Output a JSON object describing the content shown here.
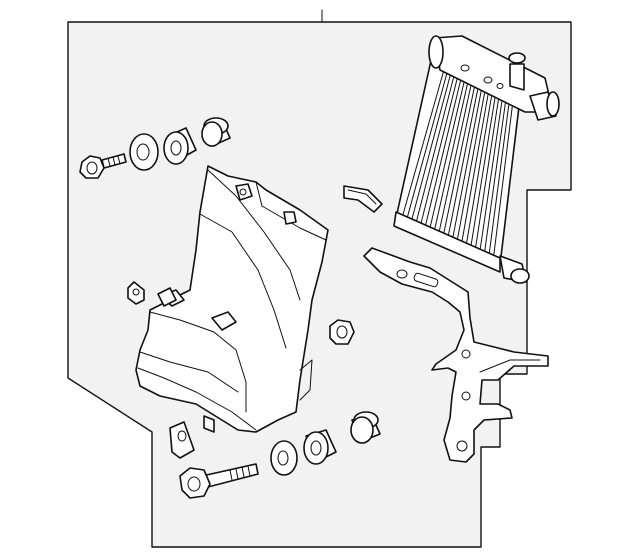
{
  "diagram": {
    "type": "exploded-parts-diagram",
    "labels": [],
    "colors": {
      "line": "#111111",
      "panel": "#f2f2f2",
      "part_fill": "#ffffff"
    },
    "parts": [
      {
        "id": "oil-cooler",
        "icon": "radiator-icon"
      },
      {
        "id": "air-guide-duct",
        "icon": "duct-icon"
      },
      {
        "id": "mounting-bracket",
        "icon": "bracket-icon"
      },
      {
        "id": "seal-clip",
        "icon": "clip-icon"
      },
      {
        "id": "upper-bolt",
        "icon": "bolt-icon"
      },
      {
        "id": "lower-bolt",
        "icon": "bolt-icon"
      },
      {
        "id": "upper-washer",
        "icon": "washer-icon"
      },
      {
        "id": "upper-grommet",
        "icon": "grommet-icon"
      },
      {
        "id": "upper-bushing",
        "icon": "bushing-icon"
      },
      {
        "id": "lower-washer",
        "icon": "washer-icon"
      },
      {
        "id": "lower-grommet",
        "icon": "grommet-icon"
      },
      {
        "id": "lower-bushing",
        "icon": "bushing-icon"
      },
      {
        "id": "nut",
        "icon": "nut-icon"
      },
      {
        "id": "pin-clip-left",
        "icon": "pin-icon"
      },
      {
        "id": "retainer-clip",
        "icon": "retainer-icon"
      }
    ]
  }
}
